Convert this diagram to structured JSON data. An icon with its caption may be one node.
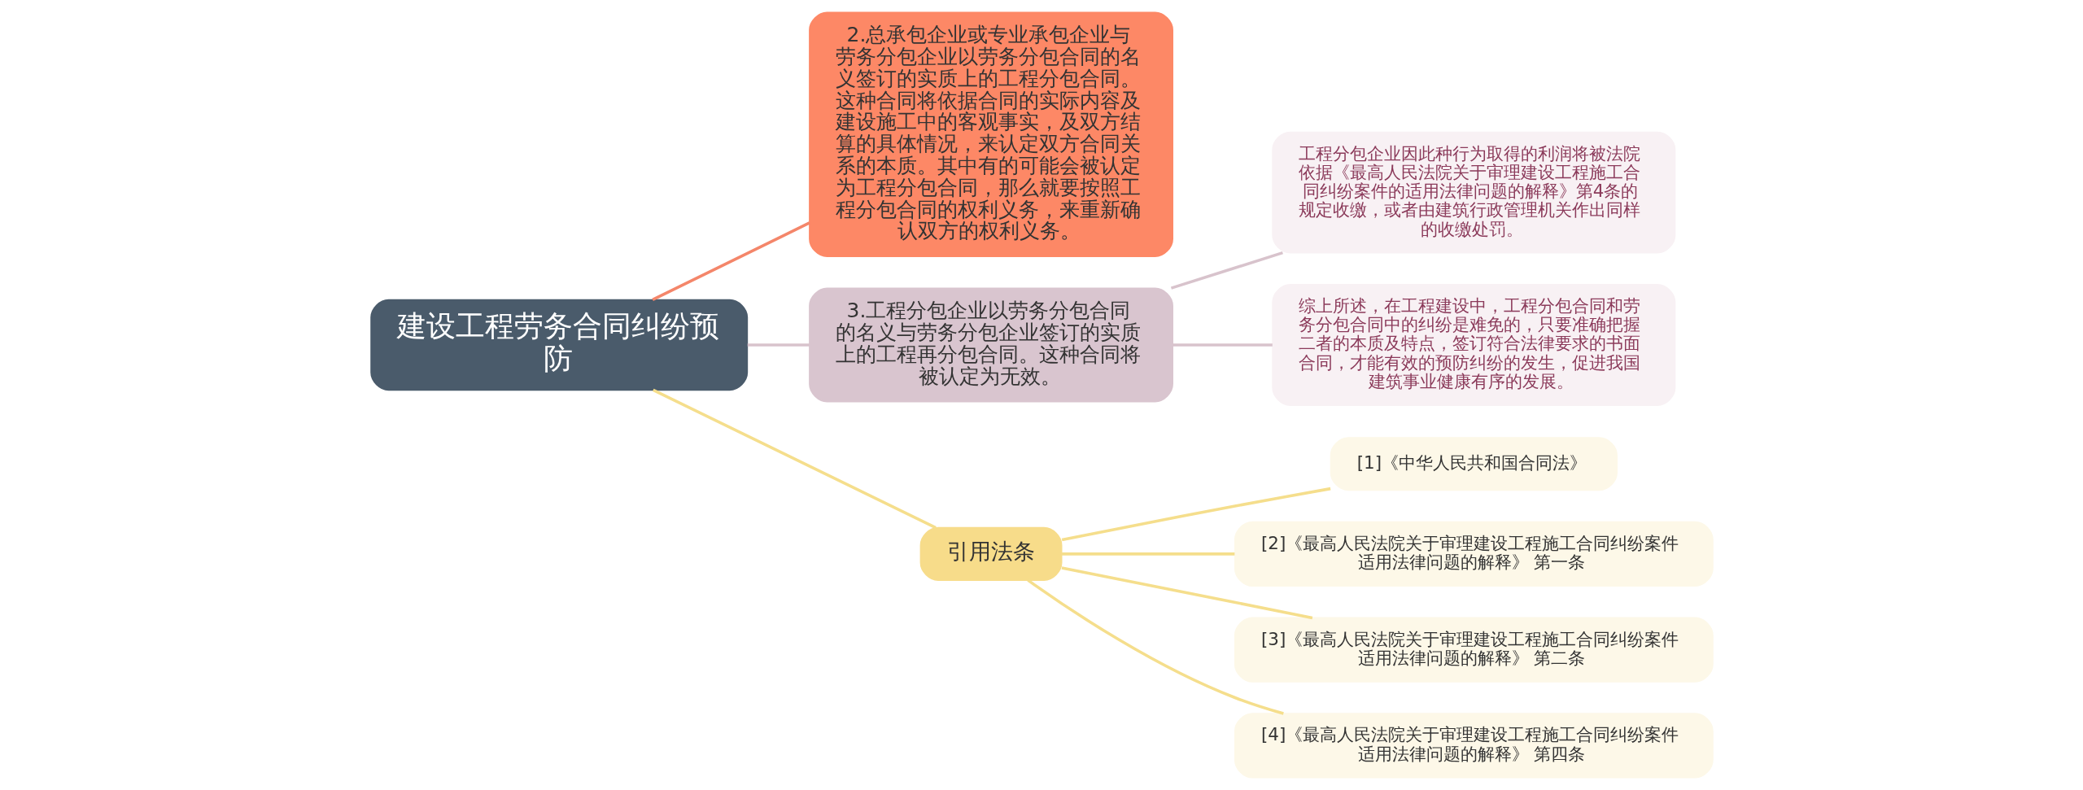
{
  "diagram": {
    "nodes": [
      {
        "text": [
          "建设工程劳务合同纠纷预防"
        ]
      },
      {
        "text": [
          "2.总承包企业或专业承包企业与劳务分包企业以劳务分包合同的名义签订的实质上的工程分包合同。这种合同将依据合同的实际内容及建设施工中的客观事实，及双方结算的具体情况，来认定双方合同关系的本质。其中有的可能会被认定为工程分包合同，那么就要按照工程分包合同的权利义务，来重新确认双方的权利义务。"
        ]
      },
      {
        "text": [
          "3.工程分包企业以劳务分包合同的名义与劳务分包企业签订的实质上的工程再分包合同。这种合同将被认定为无效。"
        ]
      },
      {
        "text": [
          "工程分包企业因此种行为取得的利润将被法院依据《最高人民法院关于审理建设工程施工合同纠纷案件的适用法律问题的解释》第4条的规定收缴，或者由建筑行政管理机关作出同样的收缴处罚。"
        ]
      },
      {
        "text": [
          "综上所述，在工程建设中，工程分包合同和劳务分包合同中的纠纷是难免的，只要准确把握二者的本质及特点，签订符合法律要求的书面合同，才能有效的预防纠纷的发生，促进我国建筑事业健康有序的发展。"
        ]
      },
      {
        "text": [
          "引用法条"
        ]
      },
      {
        "text": [
          "[1]《中华人民共和国合同法》"
        ]
      },
      {
        "text": [
          "[2]《最高人民法院关于审理建设工程施工合同纠纷案件适用法律问题的解释》 第一条"
        ]
      },
      {
        "text": [
          "[3]《最高人民法院关于审理建设工程施工合同纠纷案件适用法律问题的解释》 第二条"
        ]
      },
      {
        "text": [
          "[4]《最高人民法院关于审理建设工程施工合同纠纷案件适用法律问题的解释》 第四条"
        ]
      }
    ],
    "edges": [
      {
        "from": 0,
        "to": 1,
        "arrow": "none",
        "color": "#f4866a"
      },
      {
        "from": 0,
        "to": 2,
        "arrow": "none",
        "color": "#d8c3cc"
      },
      {
        "from": 2,
        "to": 3,
        "arrow": "none",
        "color": "#d8c3cc"
      },
      {
        "from": 2,
        "to": 4,
        "arrow": "none",
        "color": "#d8c3cc"
      },
      {
        "from": 0,
        "to": 5,
        "arrow": "none"
      },
      {
        "from": 5,
        "to": 6,
        "arrow": "none"
      },
      {
        "from": 5,
        "to": 7,
        "arrow": "none"
      },
      {
        "from": 5,
        "to": 8,
        "arrow": "none"
      },
      {
        "from": 5,
        "to": 9,
        "arrow": "none"
      }
    ]
  }
}
